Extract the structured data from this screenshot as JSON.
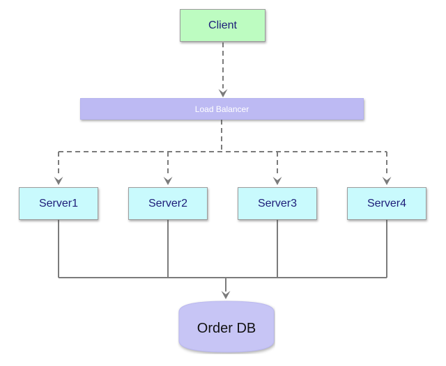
{
  "diagram": {
    "type": "architecture-flowchart",
    "nodes": {
      "client": {
        "label": "Client",
        "fill": "#bdfcc1",
        "text_color": "#1c1c78",
        "shape": "rectangle"
      },
      "load_balancer": {
        "label": "Load Balancer",
        "fill": "#bdbaf3",
        "text_color": "#ffffff",
        "shape": "wide-rectangle"
      },
      "servers": [
        {
          "label": "Server1"
        },
        {
          "label": "Server2"
        },
        {
          "label": "Server3"
        },
        {
          "label": "Server4"
        }
      ],
      "server_fill": "#c9fafd",
      "server_text_color": "#1c1c78",
      "database": {
        "label": "Order DB",
        "fill": "#c7c5f5",
        "text_color": "#111111",
        "shape": "cylinder"
      }
    },
    "edges": [
      {
        "from": "Client",
        "to": "Load Balancer",
        "style": "dashed",
        "arrow": true
      },
      {
        "from": "Load Balancer",
        "to": "Server1",
        "style": "dashed",
        "arrow": true
      },
      {
        "from": "Load Balancer",
        "to": "Server2",
        "style": "dashed",
        "arrow": true
      },
      {
        "from": "Load Balancer",
        "to": "Server3",
        "style": "dashed",
        "arrow": true
      },
      {
        "from": "Load Balancer",
        "to": "Server4",
        "style": "dashed",
        "arrow": true
      },
      {
        "from": "Server1",
        "to": "Order DB",
        "style": "solid",
        "arrow": true
      },
      {
        "from": "Server2",
        "to": "Order DB",
        "style": "solid",
        "arrow": true
      },
      {
        "from": "Server3",
        "to": "Order DB",
        "style": "solid",
        "arrow": true
      },
      {
        "from": "Server4",
        "to": "Order DB",
        "style": "solid",
        "arrow": true
      }
    ],
    "connector_color": "#7b7b7b",
    "background_color": "#ffffff"
  }
}
